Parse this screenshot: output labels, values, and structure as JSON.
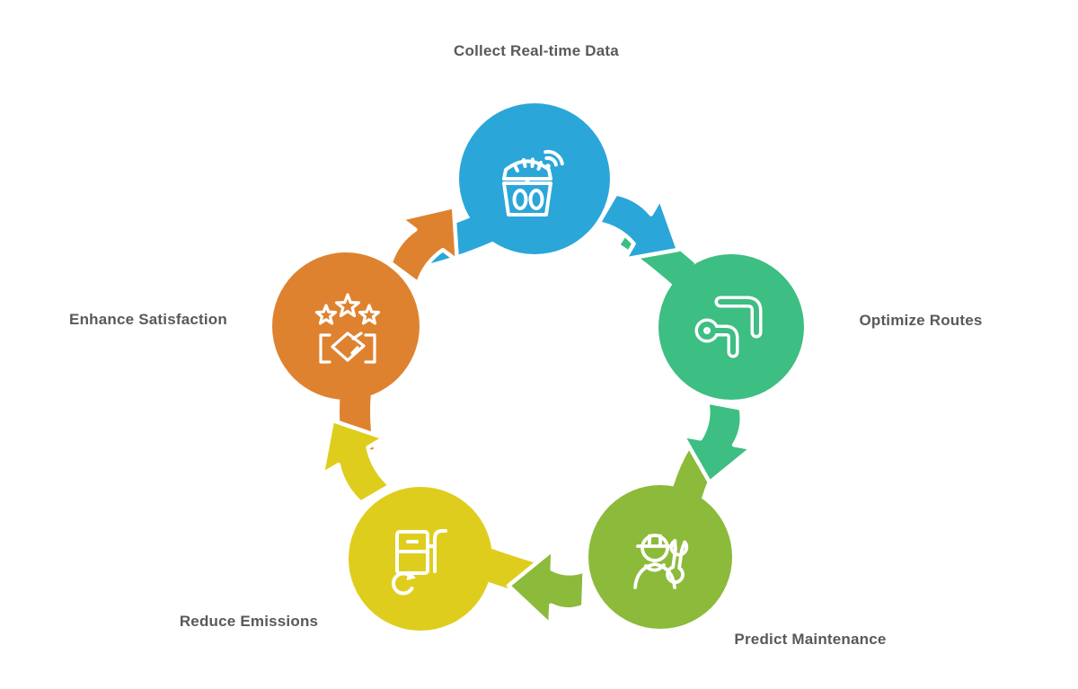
{
  "diagram": {
    "type": "cycle",
    "direction": "clockwise",
    "background": "#FFFFFF",
    "label_color": "#58595B",
    "arrow_outline_color": "#FFFFFF",
    "steps": [
      {
        "label": "Collect Real-time Data",
        "icon": "smart-meter-wireless-icon",
        "color": "#2BA6D9",
        "position": "top"
      },
      {
        "label": "Optimize Routes",
        "icon": "route-navigation-icon",
        "color": "#3DBE82",
        "position": "right"
      },
      {
        "label": "Predict Maintenance",
        "icon": "mechanic-wrench-icon",
        "color": "#8CBA3B",
        "position": "bottom-right"
      },
      {
        "label": "Reduce Emissions",
        "icon": "fuel-pump-recycle-icon",
        "color": "#DFCD1D",
        "position": "bottom-left"
      },
      {
        "label": "Enhance Satisfaction",
        "icon": "stars-handshake-icon",
        "color": "#DE8230",
        "position": "left"
      }
    ]
  }
}
